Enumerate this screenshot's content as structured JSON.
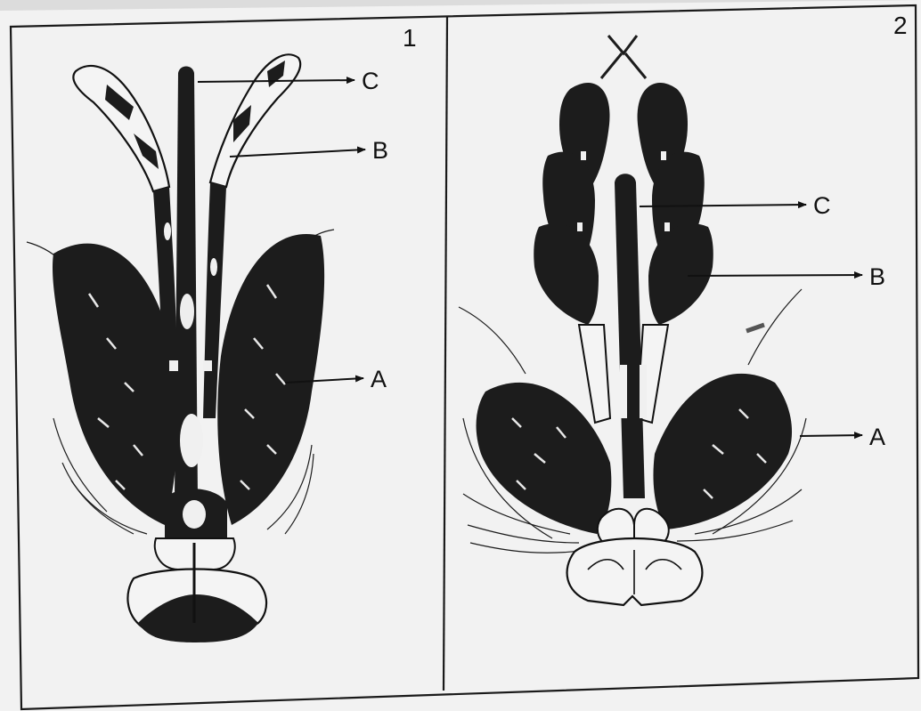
{
  "figure": {
    "panels": [
      {
        "number": "1",
        "labels": {
          "c": "C",
          "b": "B",
          "a": "A"
        }
      },
      {
        "number": "2",
        "labels": {
          "c": "C",
          "b": "B",
          "a": "A"
        }
      }
    ]
  },
  "colors": {
    "paper": "#f2f2f2",
    "frame": "#1a1a1a",
    "ink": "#151515",
    "background": "#dcdcdc"
  }
}
